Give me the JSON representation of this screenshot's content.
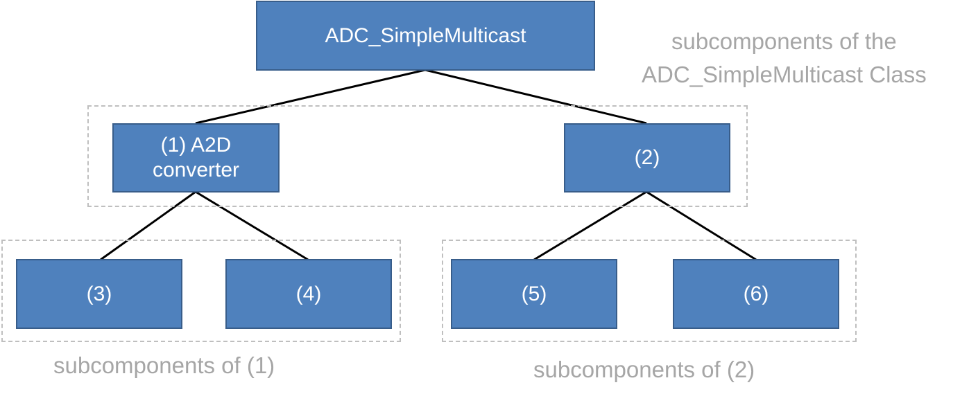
{
  "nodes": {
    "root": "ADC_SimpleMulticast",
    "n1": "(1) A2D converter",
    "n2": "(2)",
    "n3": "(3)",
    "n4": "(4)",
    "n5": "(5)",
    "n6": "(6)"
  },
  "captions": {
    "root_group_line1": "subcomponents of the",
    "root_group_line2": "ADC_SimpleMulticast Class",
    "group1": "subcomponents of (1)",
    "group2": "subcomponents of (2)"
  },
  "colors": {
    "node_fill": "#4f81bd",
    "node_border": "#385d8a",
    "node_text": "#ffffff",
    "connector": "#000000",
    "group_border": "#bfbfbf",
    "caption_text": "#a6a6a6"
  }
}
